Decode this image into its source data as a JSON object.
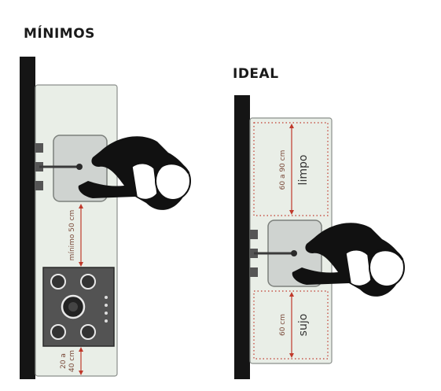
{
  "headings": {
    "minimos": "MÍNIMOS",
    "ideal": "IDEAL"
  },
  "labels": {
    "minimo_50": "mínimo 50 cm",
    "range_20_40_line1": "20 a",
    "range_20_40_line2": "40 cm",
    "range_60_90": "60 a 90 cm",
    "limpo": "limpo",
    "range_60": "60 cm",
    "sujo": "sujo"
  },
  "colors": {
    "wall": "#151515",
    "counter": "#e9eee7",
    "sink": "#cfd3d0",
    "stove": "#535353",
    "dimension": "#c0392b"
  }
}
